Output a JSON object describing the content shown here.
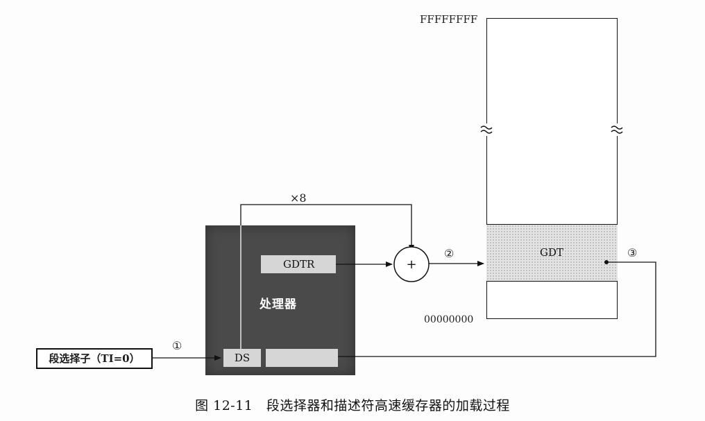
{
  "diagram": {
    "selector_label": "段选择子（TI=0）",
    "processor_label": "处理器",
    "gdtr_label": "GDTR",
    "ds_label": "DS",
    "multiply_label": "×8",
    "adder_symbol": "+",
    "gdt_label": "GDT",
    "memory_top_address": "FFFFFFFF",
    "memory_bottom_address": "00000000",
    "break_symbol": "≈",
    "steps": [
      "①",
      "②",
      "③"
    ],
    "caption": "图 12-11　段选择器和描述符高速缓存器的加载过程"
  }
}
